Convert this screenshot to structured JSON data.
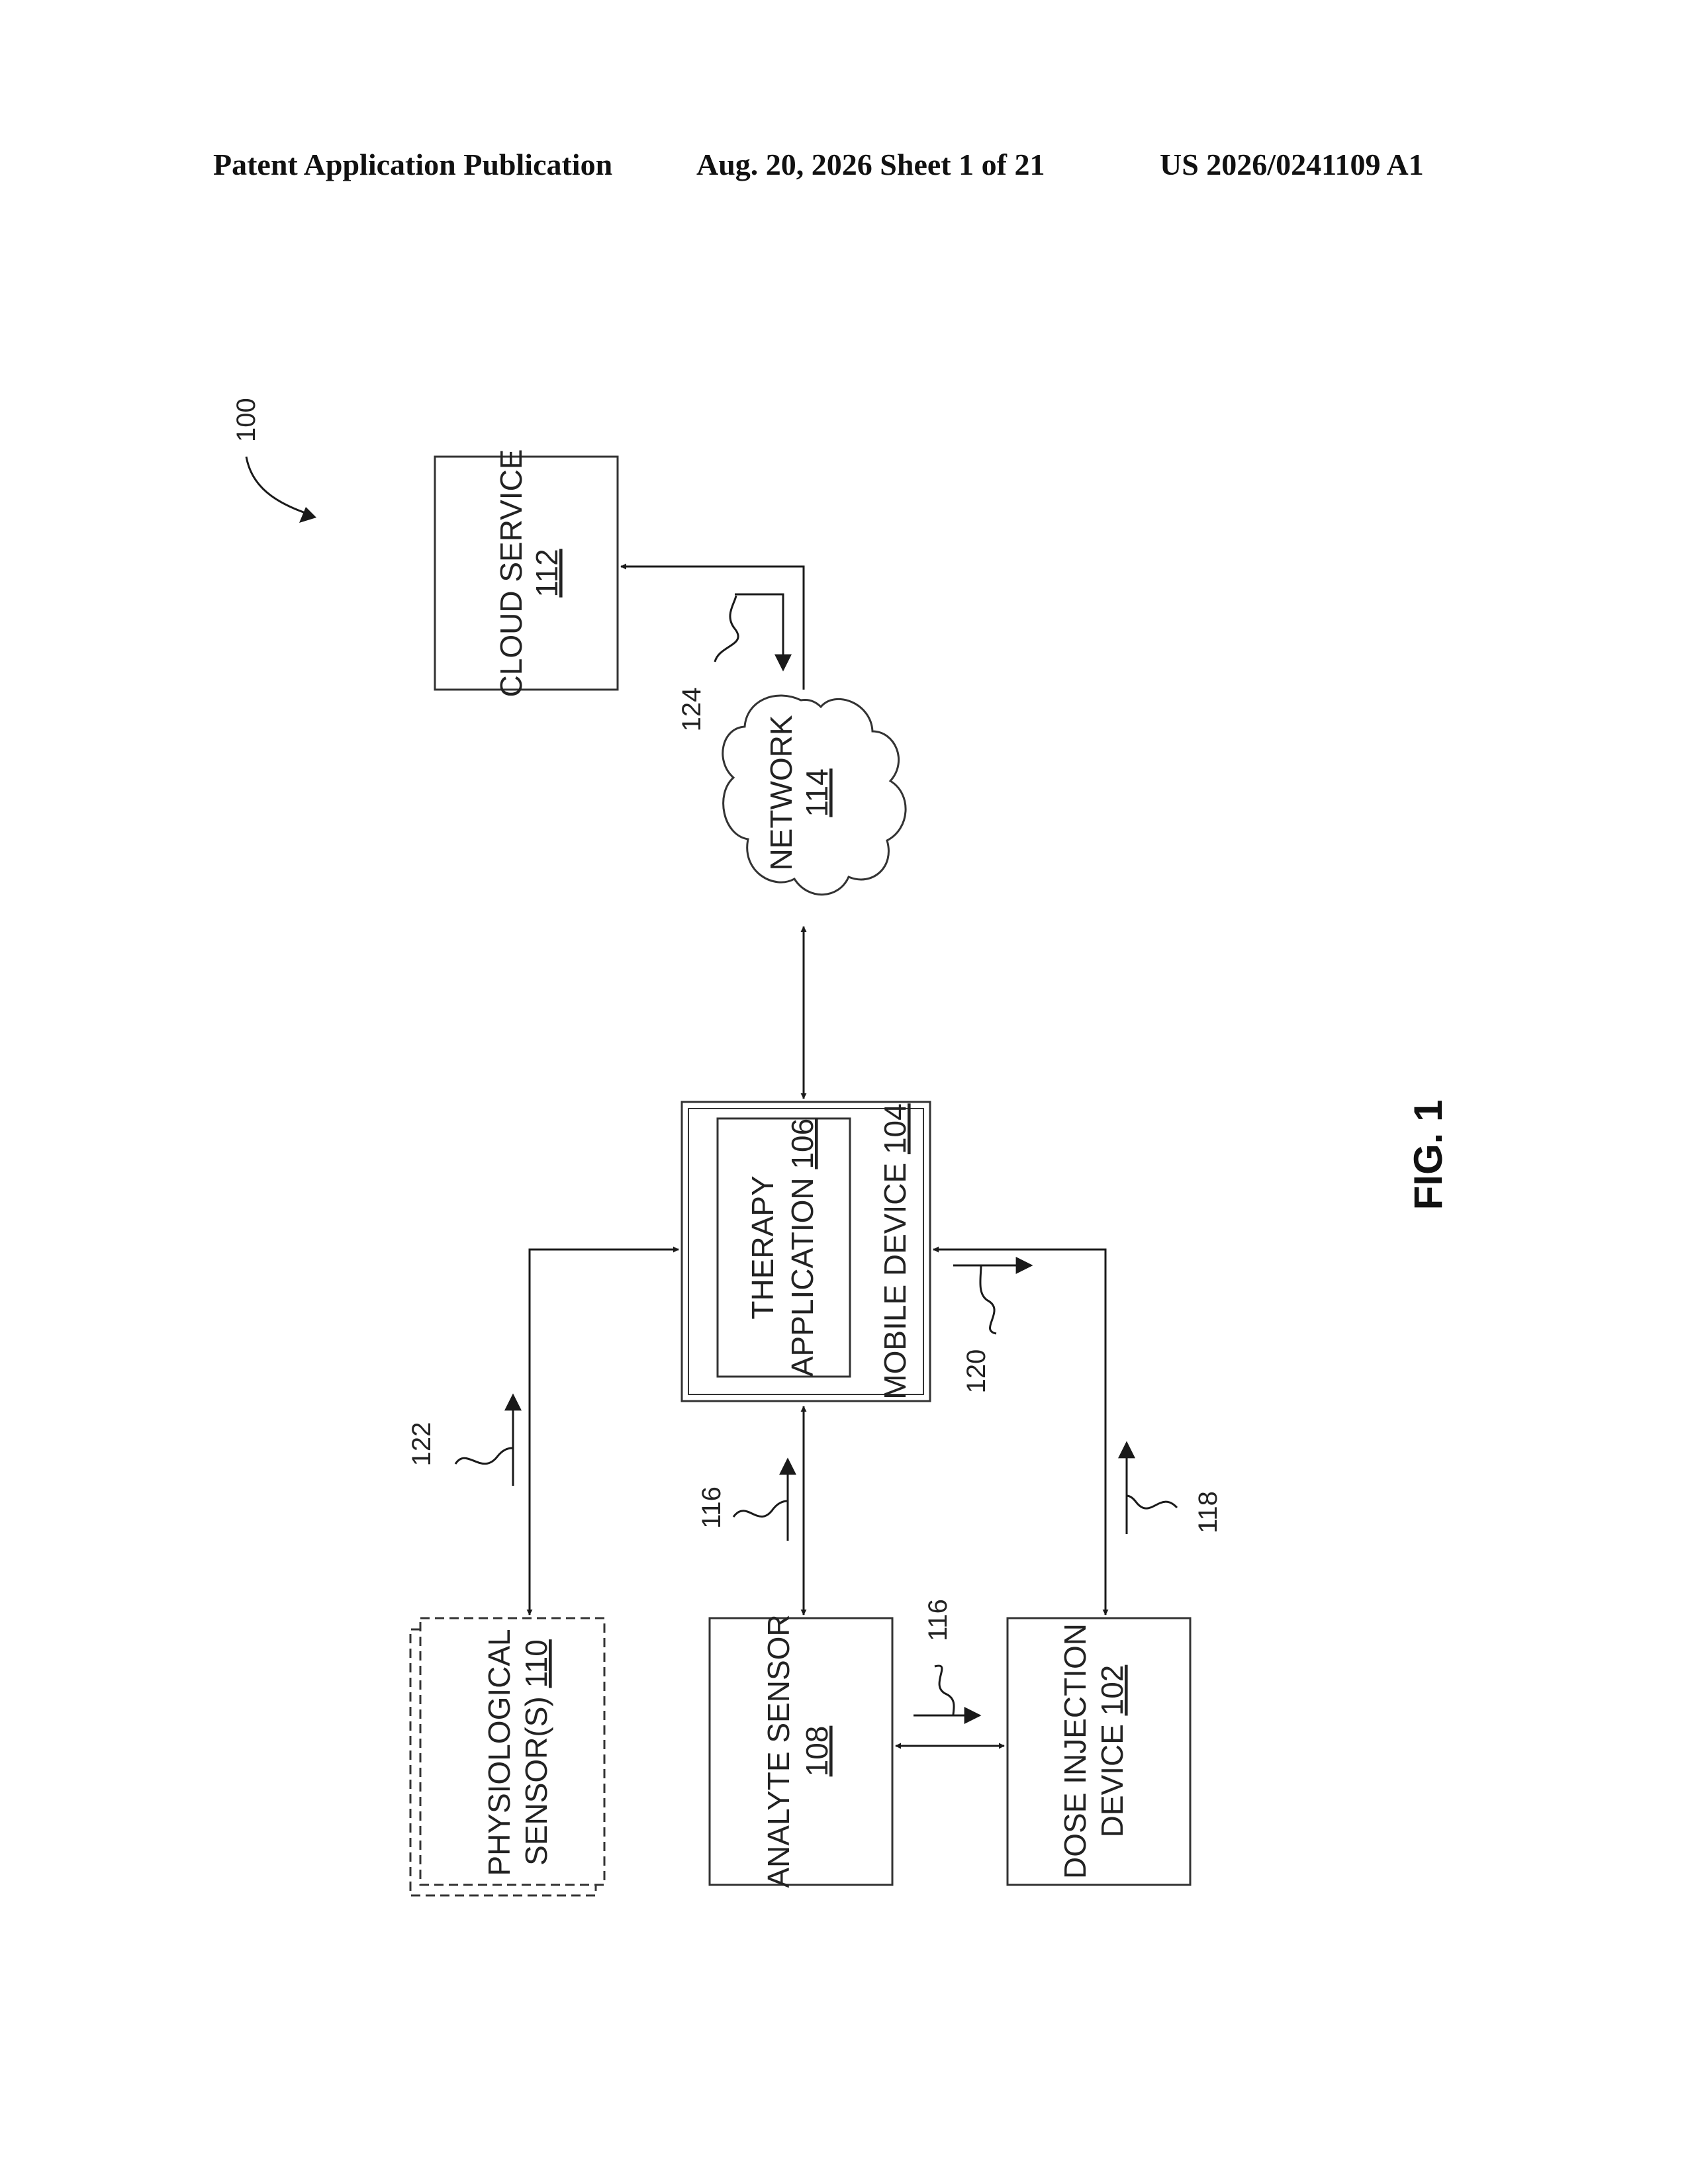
{
  "header": {
    "left": "Patent Application Publication",
    "date_sheet": "Aug. 20, 2026  Sheet 1 of 21",
    "number": "US 2026/0241109 A1"
  },
  "figure": {
    "system_ref": "100",
    "fig_label": "FIG. 1",
    "blocks": {
      "cloud": {
        "name": "CLOUD SERVICE",
        "ref": "112"
      },
      "network": {
        "name": "NETWORK",
        "ref": "114"
      },
      "mobile": {
        "name": "MOBILE DEVICE ",
        "ref": "104"
      },
      "therapy": {
        "name_line1": "THERAPY",
        "name_line2": "APPLICATION ",
        "ref": "106"
      },
      "physio": {
        "name_line1": "PHYSIOLOGICAL",
        "name_line2": "SENSOR(S) ",
        "ref": "110"
      },
      "analyte": {
        "name": "ANALYTE SENSOR",
        "ref": "108"
      },
      "dose": {
        "name_line1": "DOSE INJECTION",
        "name_line2": "DEVICE ",
        "ref": "102"
      }
    },
    "connection_refs": {
      "cloud_network": "124",
      "physio_mobile": "122",
      "analyte_mobile": "116",
      "analyte_dose": "116",
      "dose_mobile": "118",
      "mobile_dose": "120"
    }
  }
}
